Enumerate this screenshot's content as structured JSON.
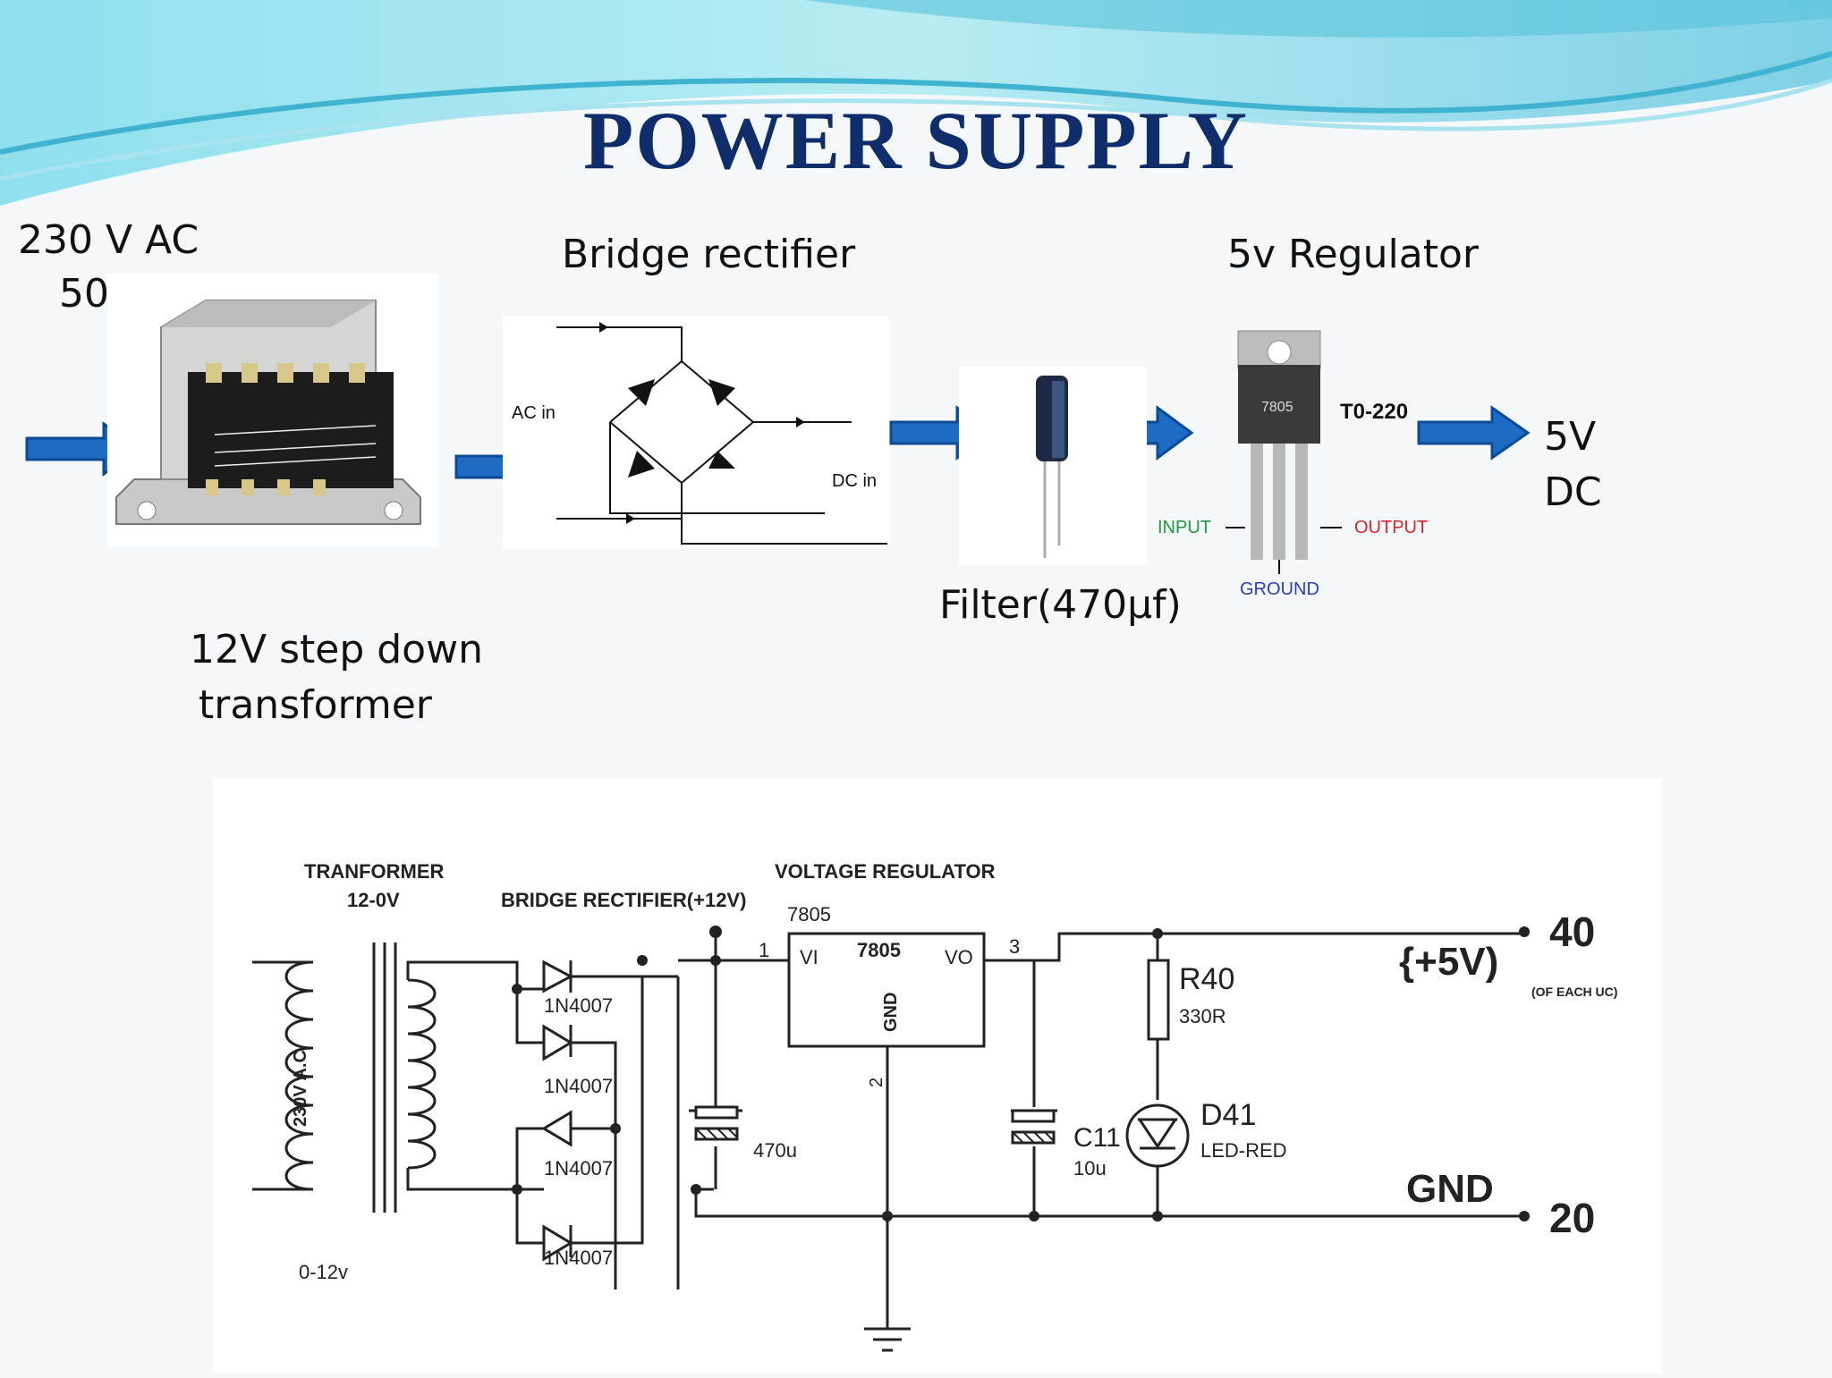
{
  "slide": {
    "title": "POWER  SUPPLY",
    "input_label_line1": "230 V AC",
    "input_label_line2": "50 Hz",
    "transformer_label_line1": "12V step down",
    "transformer_label_line2": "transformer",
    "rectifier_label": "Bridge rectifier",
    "filter_label": "Filter(470µf)",
    "regulator_label": "5v Regulator",
    "output_label_line1": "5V",
    "output_label_line2": "DC"
  },
  "block_images": {
    "rectifier": {
      "ac_in": "AC in",
      "dc_in": "DC in"
    },
    "regulator": {
      "chip_text": "7805",
      "package": "T0-220",
      "input": "INPUT",
      "output": "OUTPUT",
      "ground": "GROUND"
    }
  },
  "schematic": {
    "transformer_title": "TRANFORMER",
    "transformer_ratio": "12-0V",
    "primary_label": "230V A.C",
    "secondary_label": "0-12v",
    "rectifier_title": "BRIDGE RECTIFIER(+12V)",
    "diodes": [
      "1N4007",
      "1N4007",
      "1N4007",
      "1N4007"
    ],
    "filter_cap": "470u",
    "regulator_title": "VOLTAGE REGULATOR",
    "regulator_part": "7805",
    "reg_chip": "7805",
    "reg_vi": "VI",
    "reg_vo": "VO",
    "reg_gnd": "GND",
    "pin1": "1",
    "pin2": "2",
    "pin3": "3",
    "c11_name": "C11",
    "c11_value": "10u",
    "r40_name": "R40",
    "r40_value": "330R",
    "d41_name": "D41",
    "d41_value": "LED-RED",
    "plus5v": "{+5V)",
    "plus5v_note": "(OF EACH UC)",
    "pin40": "40",
    "gnd_label": "GND",
    "pin20": "20"
  },
  "colors": {
    "title": "#0f2d6b",
    "arrow": "#1e6bc4",
    "wave_dark": "#3fb3d0",
    "wave_light": "#a8e3ef",
    "input_tag": "#1e9a3a",
    "output_tag": "#d8242c",
    "ground_tag": "#2a3fb5"
  }
}
